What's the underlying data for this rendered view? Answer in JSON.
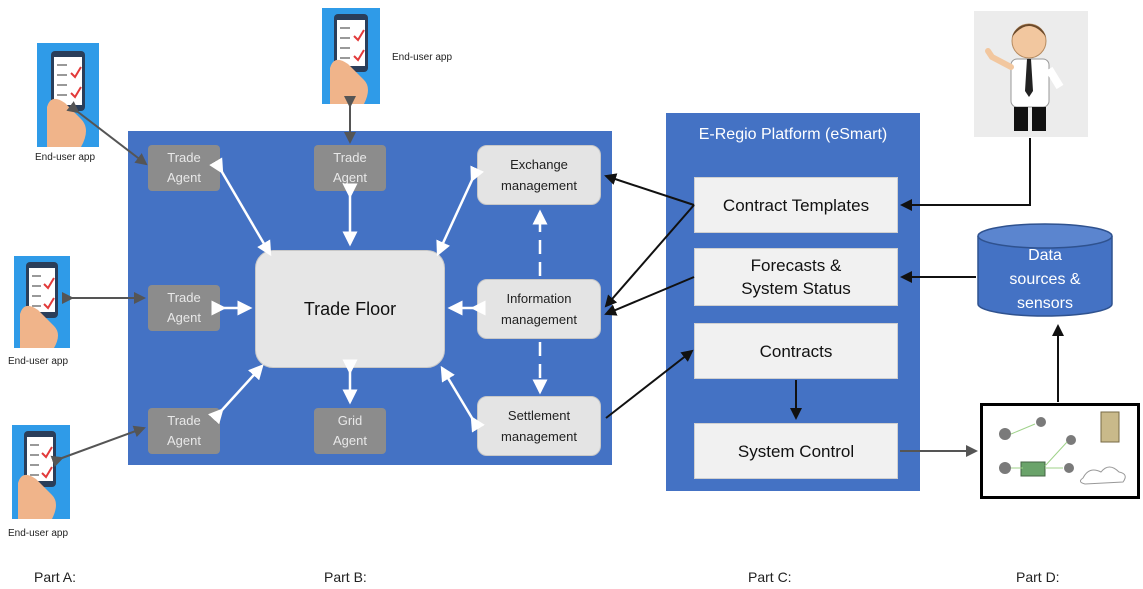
{
  "part_b": {
    "trade_floor": "Trade Floor",
    "agents": {
      "top_left": "Trade\nAgent",
      "top_center": "Trade\nAgent",
      "mid_left": "Trade\nAgent",
      "bottom_left": "Trade\nAgent",
      "grid": "Grid\nAgent"
    },
    "exchange_management": "Exchange\nmanagement",
    "information_management": "Information\nmanagement",
    "settlement_management": "Settlement\nmanagement"
  },
  "part_c": {
    "title": "E-Regio Platform (eSmart)",
    "contract_templates": "Contract Templates",
    "forecasts": "Forecasts &\nSystem Status",
    "contracts": "Contracts",
    "system_control": "System Control"
  },
  "part_d": {
    "data_sources": "Data\nsources &\nsensors"
  },
  "end_user_app_label": "End-user app",
  "parts": {
    "a": "Part A:",
    "b": "Part B:",
    "c": "Part C:",
    "d": "Part D:"
  },
  "colors": {
    "panel_blue": "#4472c4",
    "agent_gray": "#8c8c8c",
    "phone_blue": "#2f9be8"
  }
}
